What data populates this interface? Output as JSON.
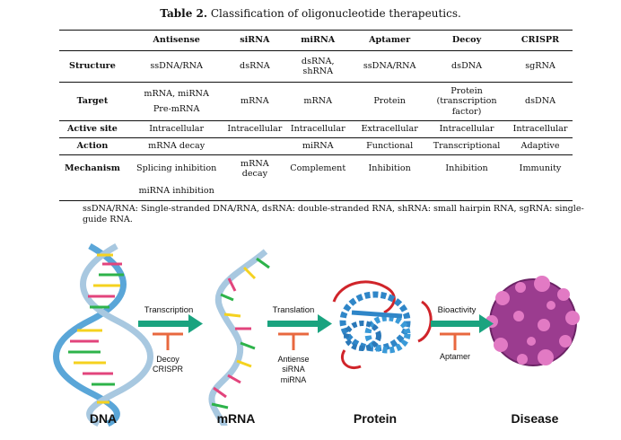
{
  "caption": {
    "label": "Table 2.",
    "text": " Classification of oligonucleotide therapeutics."
  },
  "table": {
    "headers": [
      "",
      "Antisense",
      "siRNA",
      "miRNA",
      "Aptamer",
      "Decoy",
      "CRISPR"
    ],
    "rows": {
      "structure": {
        "label": "Structure",
        "cells": [
          "ssDNA/RNA",
          "dsRNA",
          "dsRNA, shRNA",
          "ssDNA/RNA",
          "dsDNA",
          "sgRNA"
        ]
      },
      "target": {
        "label": "Target",
        "antisense": [
          "mRNA, miRNA",
          "Pre-mRNA"
        ],
        "cells": [
          "mRNA",
          "mRNA",
          "Protein",
          "Protein (transcription factor)",
          "dsDNA"
        ]
      },
      "active_site": {
        "label": "Active site",
        "cells": [
          "Intracellular",
          "Intracellular",
          "Intracellular",
          "Extracellular",
          "Intracellular",
          "Intracellular"
        ]
      },
      "action": {
        "label": "Action",
        "cells": [
          "mRNA decay",
          "",
          "miRNA",
          "Functional",
          "Transcriptional",
          "Adaptive"
        ]
      },
      "mechanism": {
        "label": "Mechanism",
        "cells": [
          "Splicing inhibition",
          "mRNA decay",
          "Complement",
          "Inhibition",
          "Inhibition",
          "Immunity"
        ]
      },
      "extra": {
        "cells": [
          "miRNA inhibition"
        ]
      }
    }
  },
  "footnote": "ssDNA/RNA: Single-stranded DNA/RNA, dsRNA: double-stranded RNA, shRNA: small hairpin RNA, sgRNA: single-guide RNA.",
  "diagram": {
    "stages": [
      "DNA",
      "mRNA",
      "Protein",
      "Disease"
    ],
    "arrows": [
      "Transcription",
      "Translation",
      "Bioactivity"
    ],
    "inhibitors": [
      "Decoy\nCRISPR",
      "Antiense\nsiRNA\nmiRNA",
      "Aptamer"
    ],
    "colors": {
      "arrow": "#1aa37f",
      "inhibitor": "#e8683f",
      "helix": "#5aa6d8",
      "protein": "#2f86c8",
      "protein_loop": "#d0242a",
      "disease": "#9b3c8f"
    }
  }
}
